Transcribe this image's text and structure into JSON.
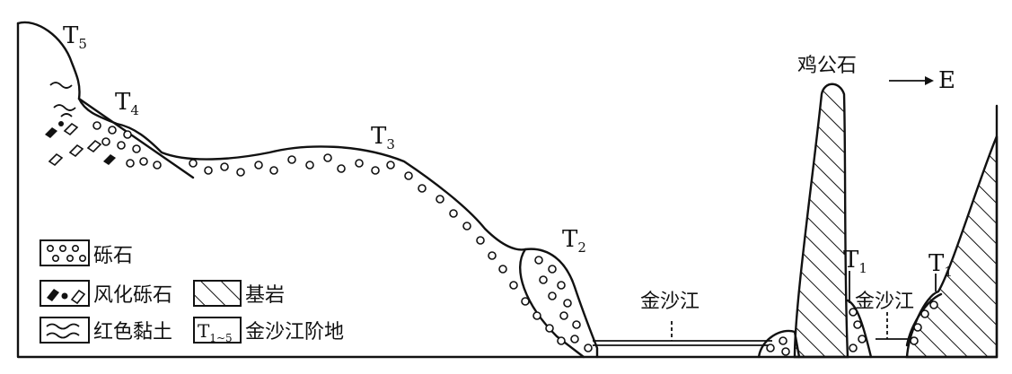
{
  "terraces": [
    {
      "id": "T5",
      "letter": "T",
      "sub": "5"
    },
    {
      "id": "T4",
      "letter": "T",
      "sub": "4"
    },
    {
      "id": "T3",
      "letter": "T",
      "sub": "3"
    },
    {
      "id": "T2",
      "letter": "T",
      "sub": "2"
    },
    {
      "id": "T1a",
      "letter": "T",
      "sub": "1"
    },
    {
      "id": "T1b",
      "letter": "T",
      "sub": "1"
    }
  ],
  "labels": {
    "rock_name": "鸡公石",
    "direction": "E",
    "river_left": "金沙江",
    "river_right": "金沙江"
  },
  "legend": [
    {
      "key": "gravel",
      "label": "砾石"
    },
    {
      "key": "weathered_gravel",
      "label": "风化砾石"
    },
    {
      "key": "bedrock",
      "label": "基岩"
    },
    {
      "key": "red_clay",
      "label": "红色黏土"
    },
    {
      "key": "terrace",
      "label": "金沙江阶地",
      "symbol_letter": "T",
      "symbol_sub": "1~5"
    }
  ]
}
